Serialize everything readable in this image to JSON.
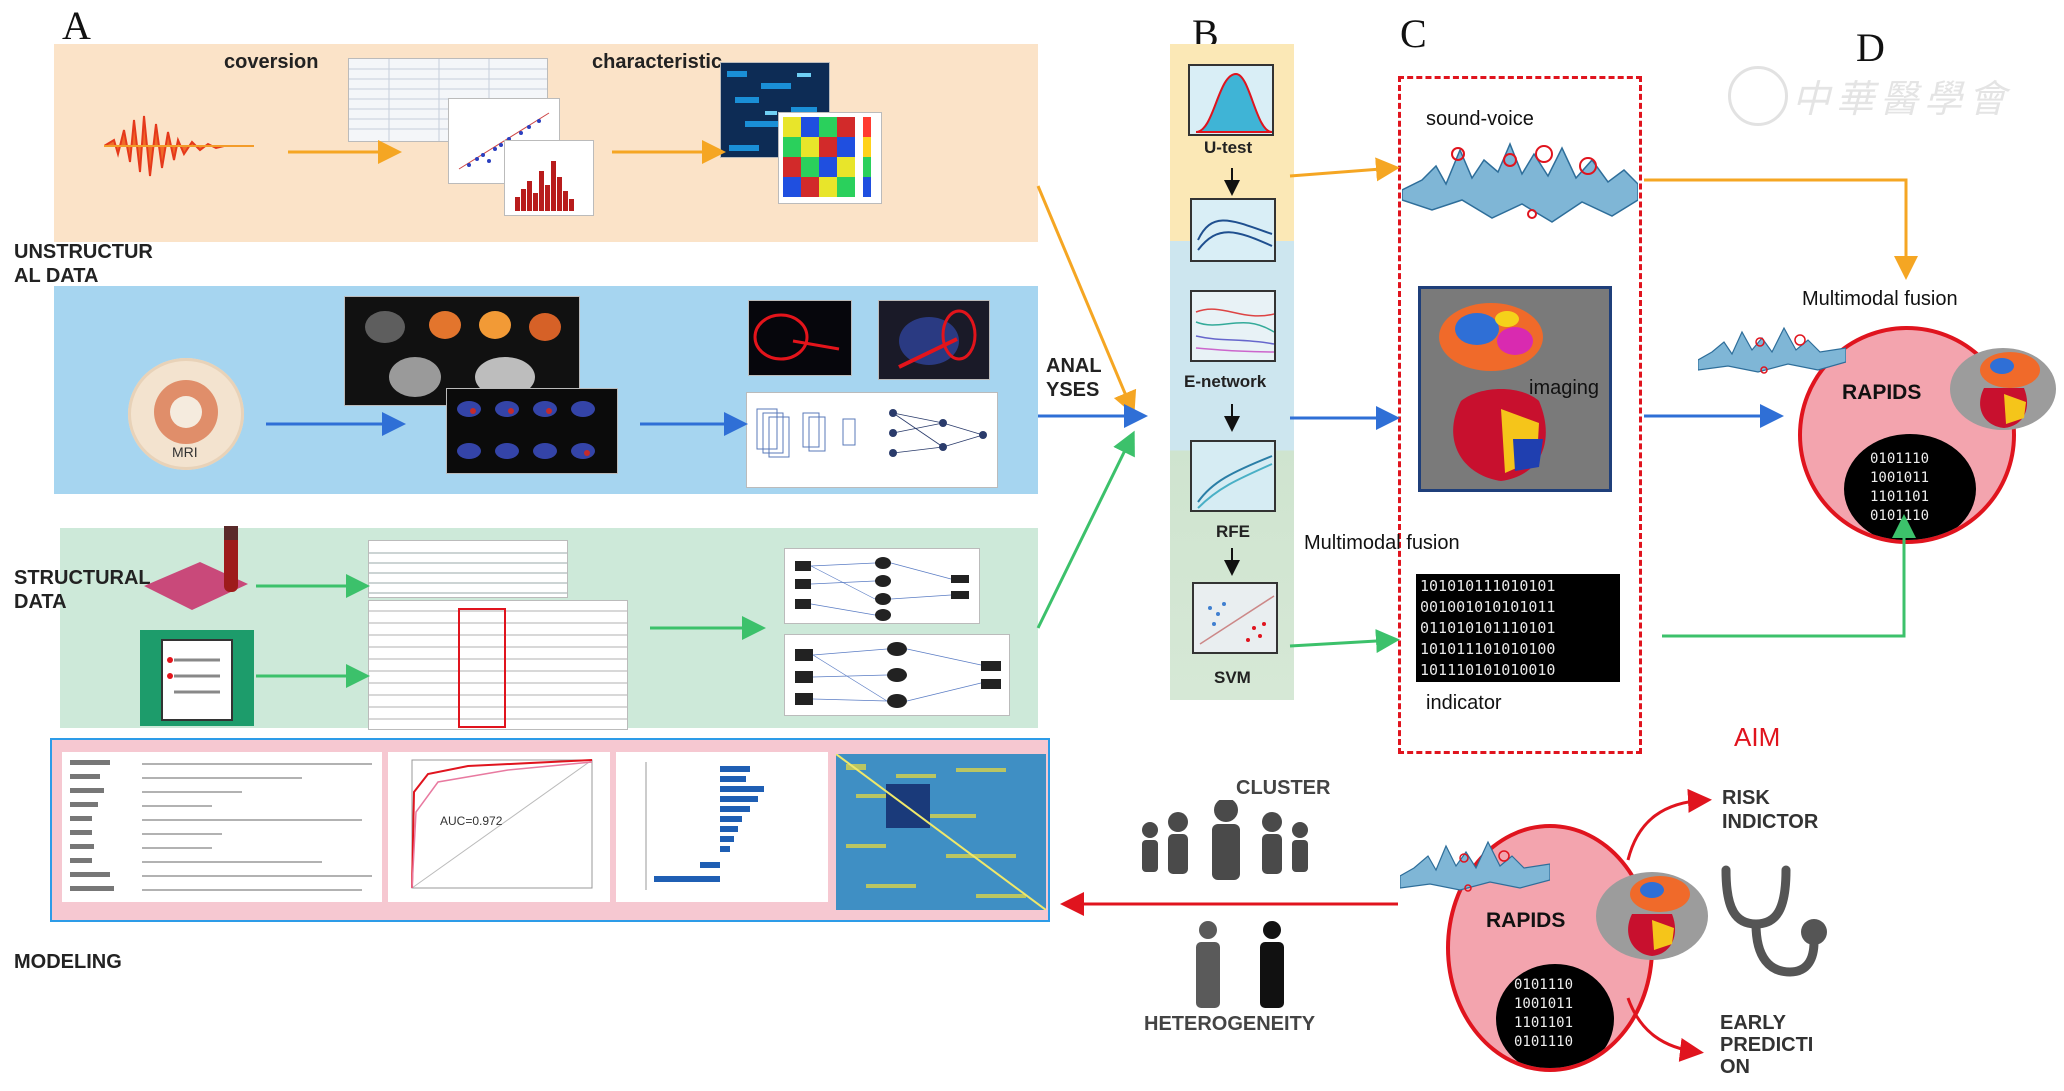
{
  "panels": {
    "a": "A",
    "b": "B",
    "c": "C",
    "d": "D"
  },
  "row1": {
    "conversion_label": "coversion",
    "characteristic_label": "characteristic",
    "side_label": "UNSTRUCTUR\nAL DATA"
  },
  "row2": {
    "mri_label": "MRI"
  },
  "row3": {
    "side_label": "STRUCTURAL\nDATA"
  },
  "row4": {
    "side_label": "MODELING",
    "roc_label": "AUC=0.972"
  },
  "analyses_label": "ANAL\nYSES",
  "pipeline": {
    "steps": [
      "U-test",
      "E-network",
      "RFE",
      "SVM"
    ]
  },
  "modalities": {
    "sound": "sound-voice",
    "imaging": "imaging",
    "fusion": "Multimodal fusion",
    "indicator": "indicator"
  },
  "binary_text": "101010111010101\n001001010101011\n011010101110101\n101011101010100\n101110101010010",
  "binary_small": "0101110\n1001011\n1101101\n0101110",
  "fusion_top": {
    "label": "Multimodal fusion",
    "core": "RAPIDS"
  },
  "aim": {
    "title": "AIM",
    "core": "RAPIDS",
    "risk": "RISK\nINDICTOR",
    "early": "EARLY\nPREDICTI\nON"
  },
  "people": {
    "cluster": "CLUSTER",
    "heterogeneity": "HETEROGENEITY"
  },
  "watermark": "中華醫學會",
  "colors": {
    "peach": "#fbe3c8",
    "blue_band": "#a6d5f0",
    "green_band": "#cde9d9",
    "pink": "#f6c8d1",
    "orange": "#f5a623",
    "arrow_blue": "#2f6fd6",
    "arrow_green": "#3cc16b",
    "arrow_red": "#e0141e",
    "dashed_red": "#e0141e",
    "rapids_fill": "#f3a4ae"
  }
}
